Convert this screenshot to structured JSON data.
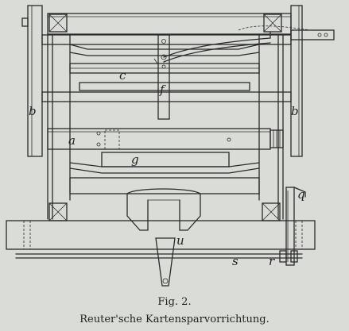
{
  "figure": {
    "number": "Fig. 2.",
    "title": "Reuter'sche Kartensparvorrichtung."
  },
  "labels": {
    "a": "a",
    "b_left": "b",
    "b_right": "b",
    "c": "c",
    "f": "f",
    "g": "g",
    "q": "q",
    "r": "r",
    "s": "s",
    "u": "u"
  },
  "colors": {
    "ink": "#2b2b2b",
    "paper": "#dadcd7"
  }
}
